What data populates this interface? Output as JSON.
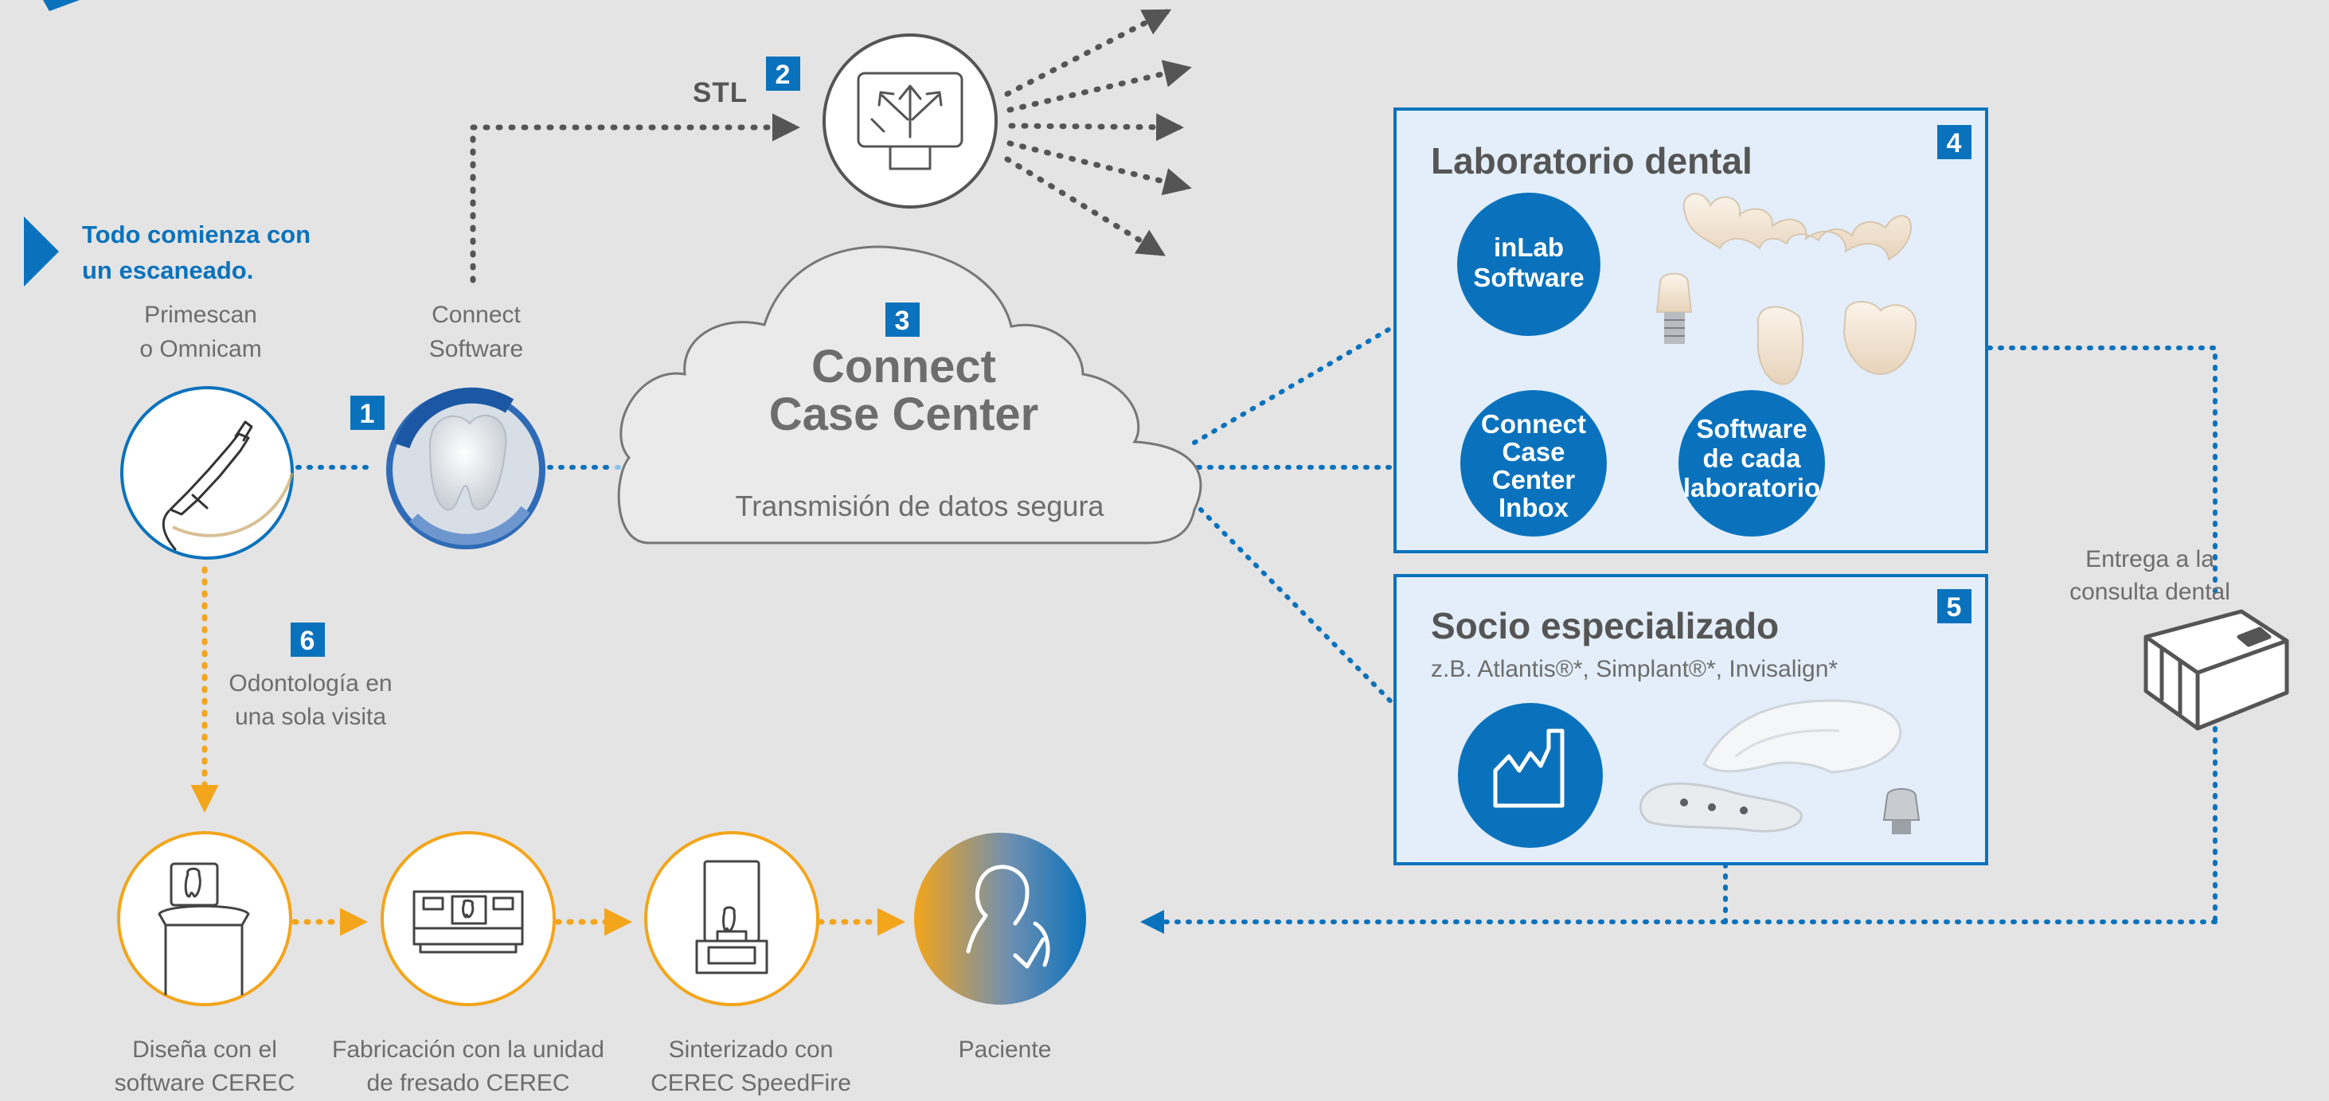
{
  "intro": {
    "line1": "Todo comienza con",
    "line2": "un escaneado."
  },
  "scanner": {
    "label_line1": "Primescan",
    "label_line2": "o Omnicam",
    "icon": "intraoral-scanner-icon"
  },
  "connect_software": {
    "label_line1": "Connect",
    "label_line2": "Software",
    "icon": "tooth-logo-icon"
  },
  "stl": {
    "label": "STL",
    "icon": "monitor-arrows-icon"
  },
  "cloud": {
    "title_line1": "Connect",
    "title_line2": "Case Center",
    "subtitle": "Transmisión de datos segura"
  },
  "badges": {
    "b1": "1",
    "b2": "2",
    "b3": "3",
    "b4": "4",
    "b5": "5",
    "b6": "6"
  },
  "lab": {
    "title": "Laboratorio dental",
    "inlab_line1": "inLab",
    "inlab_line2": "Software",
    "inbox_line1": "Connect",
    "inbox_line2": "Case",
    "inbox_line3": "Center",
    "inbox_line4": "Inbox",
    "labsoft_line1": "Software",
    "labsoft_line2": "de cada",
    "labsoft_line3": "laboratorio"
  },
  "partner": {
    "title": "Socio especializado",
    "subtitle": "z.B. Atlantis®*, Simplant®*, Invisalign*",
    "icon": "factory-icon"
  },
  "delivery": {
    "label_line1": "Entrega a la",
    "label_line2": "consulta dental",
    "icon": "package-box-icon"
  },
  "chairside": {
    "label_line1": "Odontología en",
    "label_line2": "una sola visita",
    "steps": [
      {
        "line1": "Diseña con el",
        "line2": "software CEREC",
        "icon": "design-unit-icon"
      },
      {
        "line1": "Fabricación con la unidad",
        "line2": "de fresado CEREC",
        "icon": "milling-unit-icon"
      },
      {
        "line1": "Sinterizado con",
        "line2": "CEREC SpeedFire",
        "icon": "sinter-furnace-icon"
      }
    ],
    "patient": {
      "label": "Paciente",
      "icon": "patient-check-icon"
    }
  },
  "colors": {
    "blue": "#0a72bc",
    "light_blue": "#8cc3ea",
    "orange": "#f3a51b",
    "dark_gray": "#555555",
    "mid_gray": "#6d6d6d",
    "background": "#e4e4e4",
    "box_fill": "#e3eefa"
  }
}
